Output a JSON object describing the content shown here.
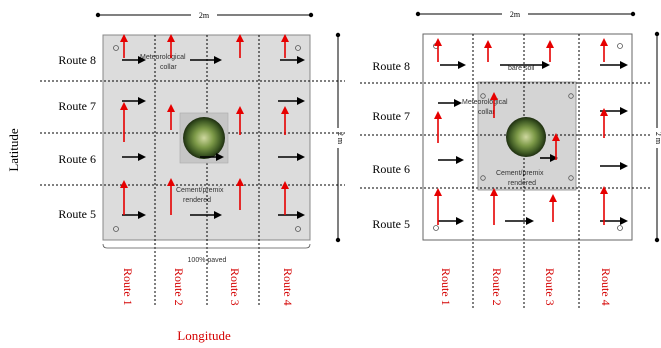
{
  "colors": {
    "panel_fill": "#dcdcdc",
    "arrow_black": "#000000",
    "arrow_red": "#e60000",
    "route_x_text": "#d40000",
    "grid_dotted": "#000000"
  },
  "left_panel": {
    "dim_top": "2m",
    "dim_right": "2 m",
    "lat_routes": [
      "Route 8",
      "Route 7",
      "Route 6",
      "Route 5"
    ],
    "lon_routes": [
      "Route 1",
      "Route 2",
      "Route 3",
      "Route 4"
    ],
    "labels": {
      "top": "Meteorological collar",
      "bottom": "Cement/premix rendered",
      "floor": "100% paved"
    }
  },
  "right_panel": {
    "dim_top": "2m",
    "dim_right": "2 m",
    "lat_routes": [
      "Route 8",
      "Route 7",
      "Route 6",
      "Route 5"
    ],
    "lon_routes": [
      "Route 1",
      "Route 2",
      "Route 3",
      "Route 4"
    ],
    "labels": {
      "top_right": "bare soil",
      "top_left": "Meteorological collar",
      "bottom": "Cement/premix rendered"
    }
  },
  "axes": {
    "y_label": "Latitude",
    "x_label": "Longitude"
  }
}
